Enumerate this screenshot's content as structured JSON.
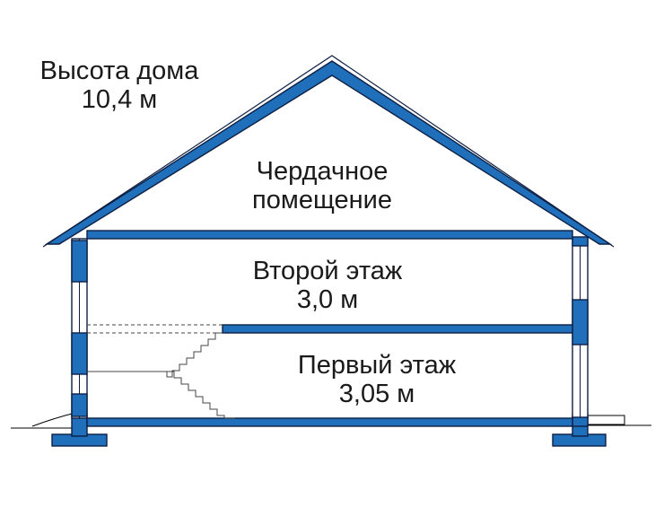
{
  "colors": {
    "structure_fill": "#1f6fba",
    "outline": "#0d1f44",
    "text": "#1a1a1a",
    "background": "#ffffff"
  },
  "house_height": {
    "line1": "Высота дома",
    "line2": "10,4 м"
  },
  "attic": {
    "line1": "Чердачное",
    "line2": "помещение"
  },
  "second_floor": {
    "line1": "Второй этаж",
    "line2": "3,0 м"
  },
  "first_floor": {
    "line1": "Первый этаж",
    "line2": "3,05 м"
  }
}
